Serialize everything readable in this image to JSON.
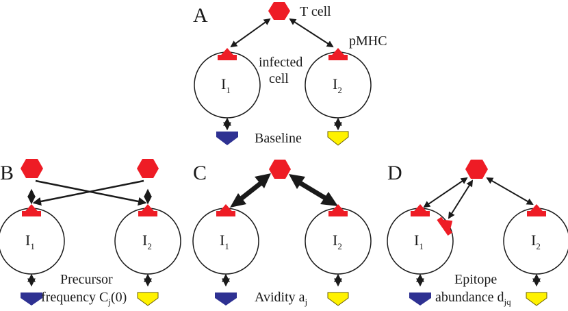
{
  "colors": {
    "tcell": "#ee1c25",
    "pmhc": "#ee1c25",
    "outputA": "#2e3192",
    "outputB": "#fff200",
    "outputB_stroke": "#6b6000",
    "ink": "#1a1a1a"
  },
  "panels": {
    "A": {
      "letter": "A",
      "tcell_label": "T cell",
      "pmhc_label": "pMHC",
      "infected_line1": "infected",
      "infected_line2": "cell",
      "cell1_main": "I",
      "cell1_sub": "1",
      "cell2_main": "I",
      "cell2_sub": "2",
      "caption": "Baseline"
    },
    "B": {
      "letter": "B",
      "cell1_main": "I",
      "cell1_sub": "1",
      "cell2_main": "I",
      "cell2_sub": "2",
      "caption_line1": "Precursor",
      "caption_line2_main": "frequency C",
      "caption_line2_sub": "j",
      "caption_line2_tail": "(0)"
    },
    "C": {
      "letter": "C",
      "cell1_main": "I",
      "cell1_sub": "1",
      "cell2_main": "I",
      "cell2_sub": "2",
      "caption_main": "Avidity a",
      "caption_sub": "j"
    },
    "D": {
      "letter": "D",
      "cell1_main": "I",
      "cell1_sub": "1",
      "cell2_main": "I",
      "cell2_sub": "2",
      "caption_line1": "Epitope",
      "caption_line2_main": "abundance d",
      "caption_line2_sub": "jq"
    }
  },
  "icons": [
    "tcell-hexagon-icon",
    "pmhc-pentagon-icon",
    "output-arrow-icon",
    "double-arrow-icon"
  ]
}
